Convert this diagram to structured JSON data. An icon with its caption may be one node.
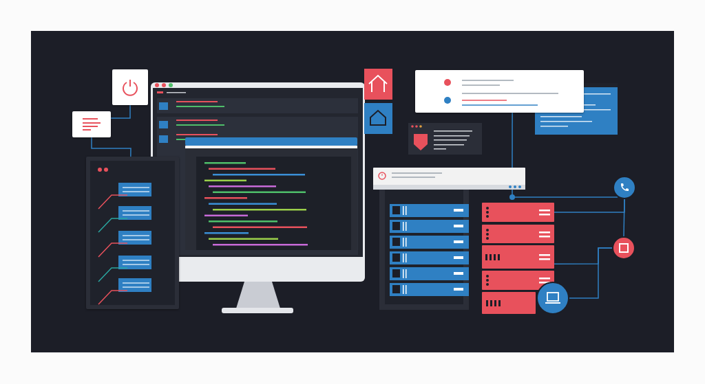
{
  "diagram": {
    "nodes": [
      {
        "text": [],
        "shape": "box"
      },
      {
        "text": [],
        "shape": "box"
      },
      {
        "text": [],
        "shape": "box"
      },
      {
        "text": [],
        "shape": "box"
      },
      {
        "text": [],
        "shape": "bar"
      },
      {
        "text": [],
        "shape": "bar"
      },
      {
        "text": [],
        "shape": "bar"
      },
      {
        "text": [],
        "shape": "bar"
      },
      {
        "text": [],
        "shape": "bar"
      },
      {
        "text": [],
        "shape": "bar"
      },
      {
        "text": [],
        "shape": "circle"
      },
      {
        "text": [],
        "shape": "circle"
      },
      {
        "text": [],
        "shape": "circle"
      }
    ],
    "edges": [
      {
        "from": 0,
        "to": 1,
        "arrow": "none"
      },
      {
        "from": 1,
        "to": 2,
        "arrow": "none"
      },
      {
        "from": 3,
        "to": 4,
        "arrow": "none"
      },
      {
        "from": 4,
        "to": 10,
        "arrow": "none"
      },
      {
        "from": 5,
        "to": 10,
        "arrow": "none"
      },
      {
        "from": 10,
        "to": 11,
        "arrow": "none"
      },
      {
        "from": 7,
        "to": 11,
        "arrow": "none"
      },
      {
        "from": 12,
        "to": 11,
        "arrow": "none"
      }
    ]
  }
}
